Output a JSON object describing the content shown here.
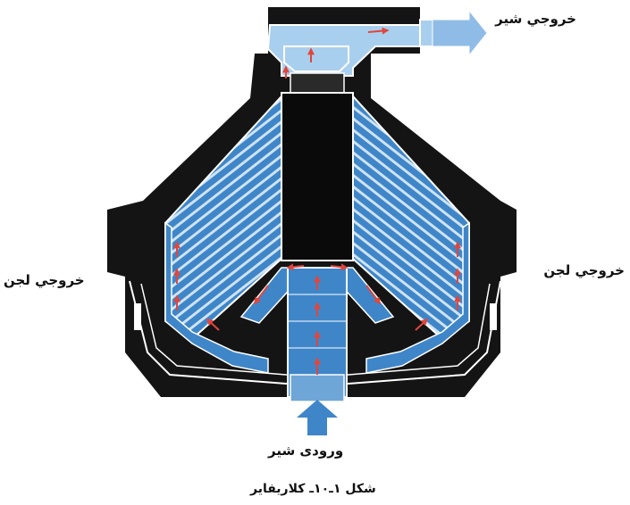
{
  "labels": {
    "milk_outlet": "خروجي شير",
    "sludge_outlet_left": "خروجي لجن",
    "sludge_outlet_right": "خروجي لجن",
    "milk_inlet": "ورودی شير"
  },
  "caption": "شكل ١ـ١٠ـ كلاريفاير",
  "colors": {
    "body": "#141414",
    "disc_blue": "#3f86c9",
    "light_blue": "#a9cfee",
    "flow_arrow": "#e0463c",
    "outline": "#ffffff"
  }
}
